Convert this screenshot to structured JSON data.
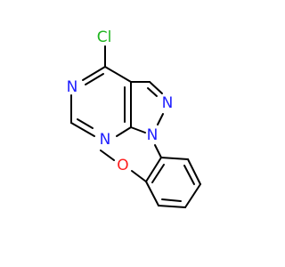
{
  "molecule": {
    "atoms": {
      "cl": {
        "label": "Cl",
        "color": "#1fb51f"
      },
      "n_pyrimidine_top": {
        "label": "N",
        "color": "#1f1fff"
      },
      "n_pyrimidine_bottom": {
        "label": "N",
        "color": "#1f1fff"
      },
      "n_pyrazole_2": {
        "label": "N",
        "color": "#1f1fff"
      },
      "n_pyrazole_1": {
        "label": "N",
        "color": "#1f1fff"
      },
      "o_methoxy": {
        "label": "O",
        "color": "#ff1f1f"
      }
    },
    "bond_color": "#000000"
  }
}
